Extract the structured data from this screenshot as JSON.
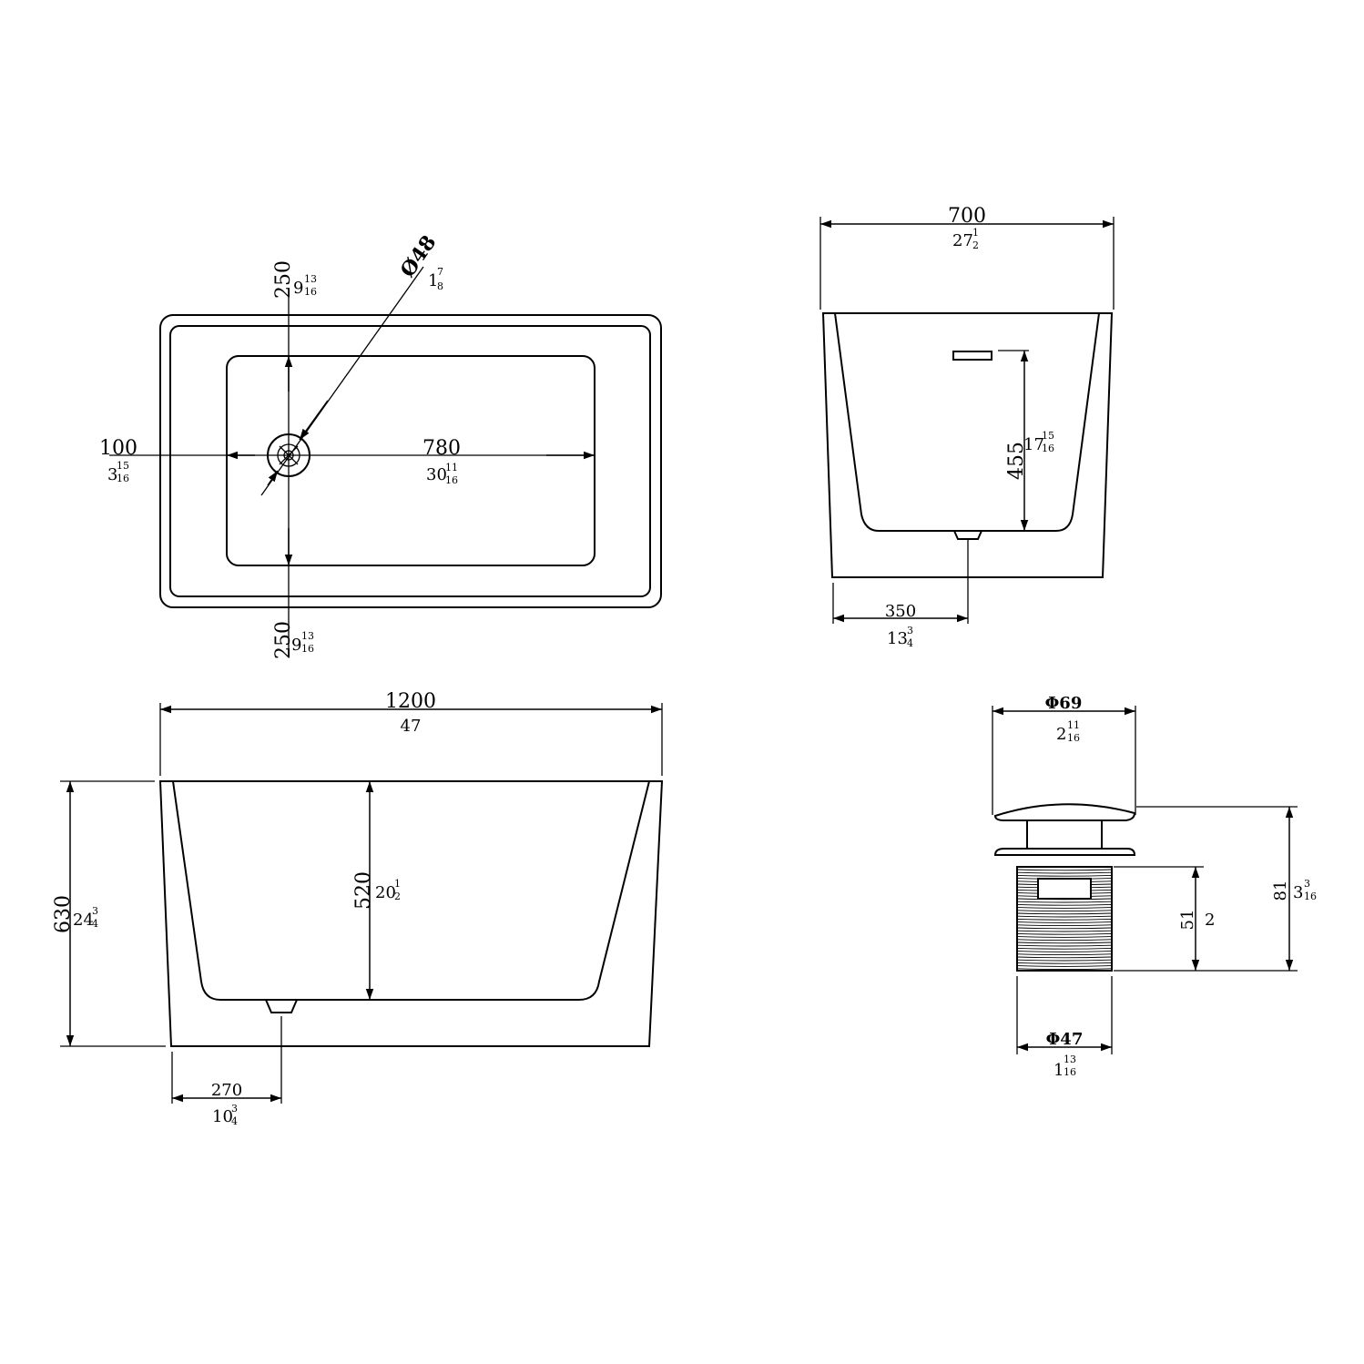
{
  "top_view": {
    "drain_from_top_mm": "250",
    "drain_from_top_in_whole": "9",
    "drain_from_top_in_num": "13",
    "drain_from_top_in_den": "16",
    "drain_dia_mm": "Ø48",
    "drain_dia_in_whole": "1",
    "drain_dia_in_num": "7",
    "drain_dia_in_den": "8",
    "drain_from_left_mm": "100",
    "drain_from_left_in_whole": "3",
    "drain_from_left_in_num": "15",
    "drain_from_left_in_den": "16",
    "drain_to_right_mm": "780",
    "drain_to_right_in_whole": "30",
    "drain_to_right_in_num": "11",
    "drain_to_right_in_den": "16",
    "drain_from_bottom_mm": "250",
    "drain_from_bottom_in_whole": "9",
    "drain_from_bottom_in_num": "13",
    "drain_from_bottom_in_den": "16"
  },
  "end_view": {
    "width_mm": "700",
    "width_in_whole": "27",
    "width_in_num": "1",
    "width_in_den": "2",
    "overflow_height_mm": "455",
    "overflow_height_in_whole": "17",
    "overflow_height_in_num": "15",
    "overflow_height_in_den": "16",
    "drain_offset_mm": "350",
    "drain_offset_in_whole": "13",
    "drain_offset_in_num": "3",
    "drain_offset_in_den": "4"
  },
  "side_view": {
    "length_mm": "1200",
    "length_in": "47",
    "height_mm": "630",
    "height_in_whole": "24",
    "height_in_num": "3",
    "height_in_den": "4",
    "depth_mm": "520",
    "depth_in_whole": "20",
    "depth_in_num": "1",
    "depth_in_den": "2",
    "drain_offset_mm": "270",
    "drain_offset_in_whole": "10",
    "drain_offset_in_num": "3",
    "drain_offset_in_den": "4"
  },
  "drain_detail": {
    "cap_dia_mm": "Φ69",
    "cap_dia_in_whole": "2",
    "cap_dia_in_num": "11",
    "cap_dia_in_den": "16",
    "total_height_mm": "81",
    "total_height_in_whole": "3",
    "total_height_in_num": "3",
    "total_height_in_den": "16",
    "thread_height_mm": "51",
    "thread_height_in": "2",
    "body_dia_mm": "Φ47",
    "body_dia_in_whole": "1",
    "body_dia_in_num": "13",
    "body_dia_in_den": "16"
  }
}
